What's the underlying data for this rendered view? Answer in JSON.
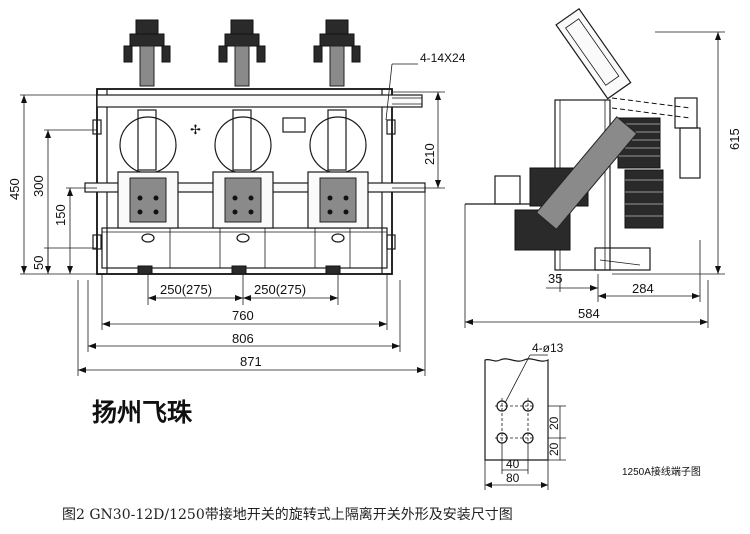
{
  "front_view": {
    "dim_4_14x24": "4-14X24",
    "dim_210": "210",
    "dim_450": "450",
    "dim_300": "300",
    "dim_150": "150",
    "dim_50": "50",
    "dim_250_a": "250(275)",
    "dim_250_b": "250(275)",
    "dim_760": "760",
    "dim_806": "806",
    "dim_871": "871"
  },
  "side_view": {
    "dim_615": "615",
    "dim_35": "35",
    "dim_284": "284",
    "dim_584": "584"
  },
  "terminal_detail": {
    "dim_4_phi13": "4-ø13",
    "dim_20_a": "20",
    "dim_20_b": "20",
    "dim_40": "40",
    "dim_80": "80",
    "label": "1250A接线端子图"
  },
  "brand": "扬州飞珠",
  "caption": "图2   GN30-12D/1250带接地开关的旋转式上隔离开关外形及安装尺寸图"
}
